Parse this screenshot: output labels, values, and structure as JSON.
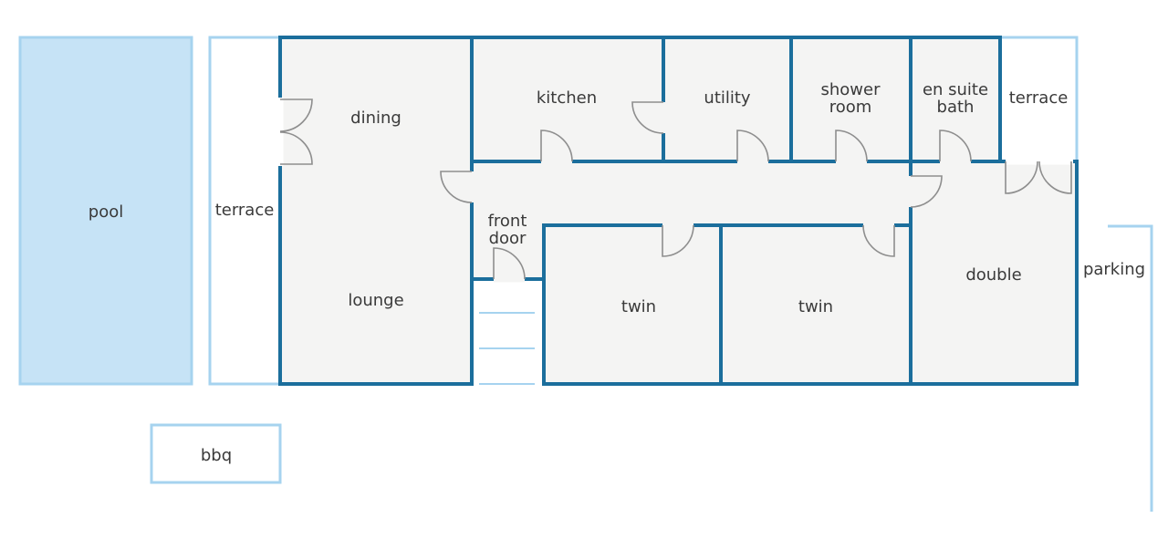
{
  "labels": {
    "pool": "pool",
    "terrace_west": "terrace",
    "dining": "dining",
    "lounge": "lounge",
    "kitchen": "kitchen",
    "utility": "utility",
    "shower_line1": "shower",
    "shower_line2": "room",
    "ensuite_line1": "en suite",
    "ensuite_line2": "bath",
    "terrace_east": "terrace",
    "front_door_line1": "front",
    "front_door_line2": "door",
    "twin_1": "twin",
    "twin_2": "twin",
    "double": "double",
    "parking": "parking",
    "bbq": "bbq"
  },
  "colors": {
    "wall": "#1b6e9c",
    "outdoor_outline": "#a6d3ef",
    "pool_fill": "#c6e3f6",
    "room_fill": "#f4f4f3",
    "door": "#8e8e8e",
    "text": "#3a3a3a"
  }
}
